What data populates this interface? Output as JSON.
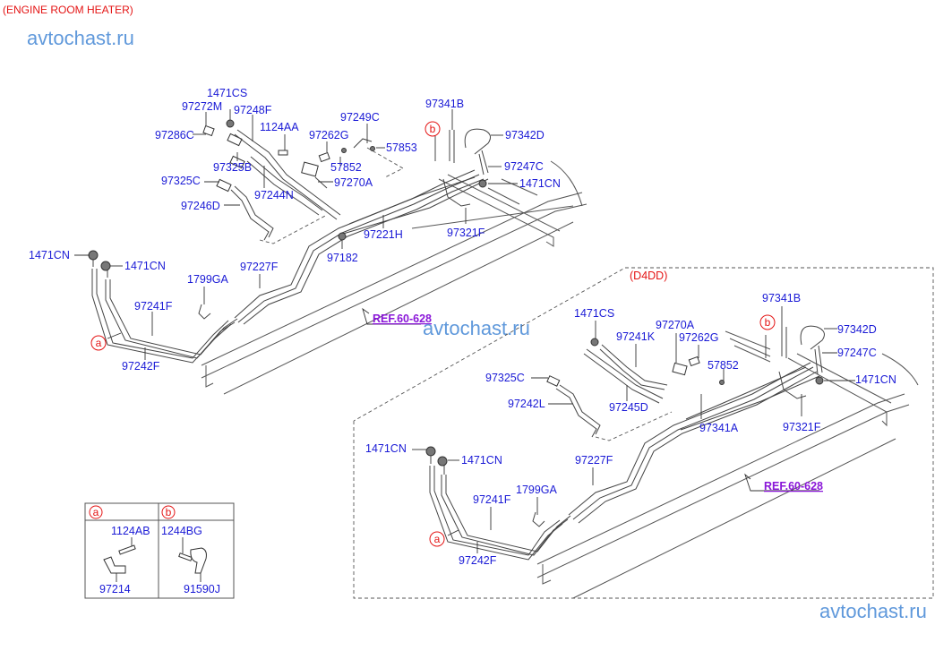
{
  "title": "(ENGINE ROOM HEATER)",
  "watermark": "avtochast.ru",
  "variant_label": "(D4DD)",
  "reference": "REF.60-628",
  "callouts": {
    "a": "a",
    "b": "b"
  },
  "top_diagram": {
    "labels": {
      "p1471CS": "1471CS",
      "p97272M": "97272M",
      "p97248F": "97248F",
      "p97286C": "97286C",
      "p1124AA": "1124AA",
      "p97249C": "97249C",
      "p97262G": "97262G",
      "p57853": "57853",
      "p97325B": "97325B",
      "p57852": "57852",
      "p97270A": "97270A",
      "p97325C": "97325C",
      "p97244N": "97244N",
      "p97246D": "97246D",
      "p97341B": "97341B",
      "p97342D": "97342D",
      "p97247C": "97247C",
      "p1471CN_right": "1471CN",
      "p97221H": "97221H",
      "p97321F": "97321F",
      "p97182": "97182",
      "p1471CN_left1": "1471CN",
      "p1471CN_left2": "1471CN",
      "p1799GA": "1799GA",
      "p97227F": "97227F",
      "p97241F": "97241F",
      "p97242F": "97242F"
    }
  },
  "bottom_diagram": {
    "labels": {
      "p1471CS": "1471CS",
      "p97241K": "97241K",
      "p97270A": "97270A",
      "p97262G": "97262G",
      "p57852": "57852",
      "p97341B": "97341B",
      "p97342D": "97342D",
      "p97247C": "97247C",
      "p1471CN_right": "1471CN",
      "p97325C": "97325C",
      "p97245D": "97245D",
      "p97242L": "97242L",
      "p97341A": "97341A",
      "p97321F": "97321F",
      "p1471CN_left1": "1471CN",
      "p1471CN_left2": "1471CN",
      "p97227F": "97227F",
      "p1799GA": "1799GA",
      "p97241F": "97241F",
      "p97242F": "97242F"
    }
  },
  "legend_table": {
    "col_a": {
      "tag": "a",
      "part1": "1124AB",
      "part2": "97214"
    },
    "col_b": {
      "tag": "b",
      "part1": "1244BG",
      "part2": "91590J"
    }
  }
}
